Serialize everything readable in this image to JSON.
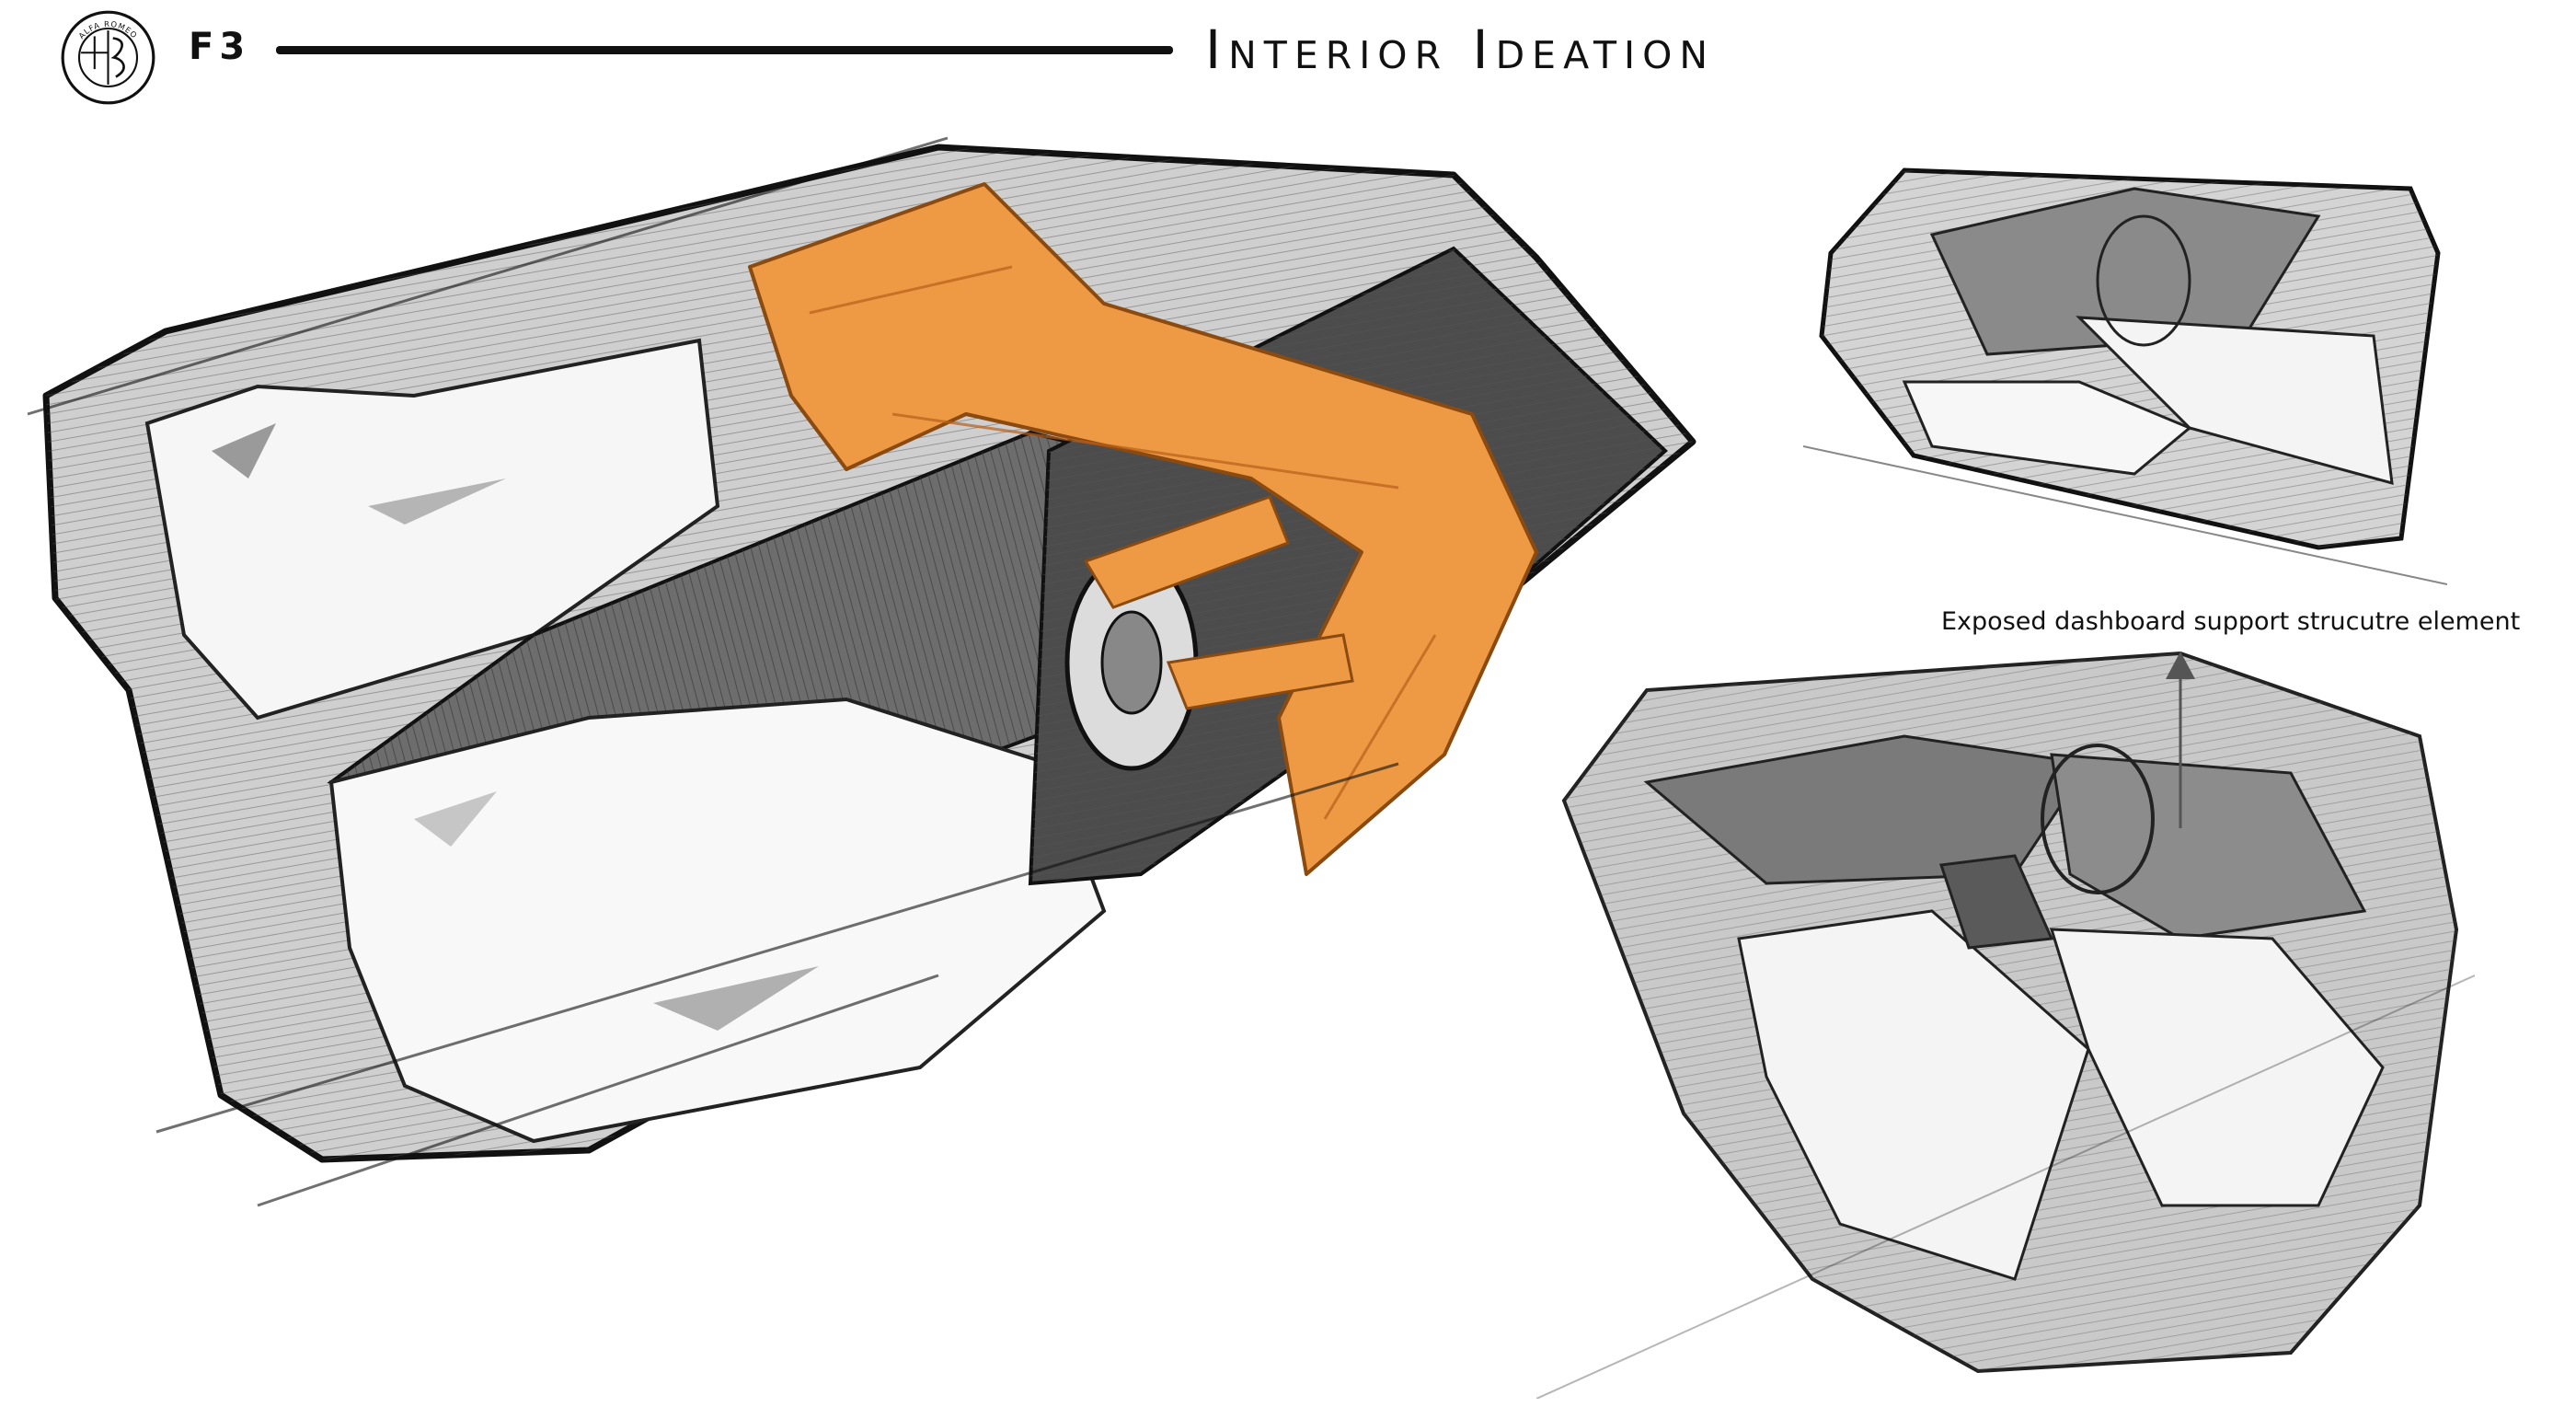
{
  "header": {
    "brand_logo_text": "ALFA ROMEO",
    "model_code": "F3",
    "title": "Interior Ideation"
  },
  "annotations": {
    "callout": "Exposed dashboard support strucutre element"
  },
  "colors": {
    "accent_orange": "#ee9a45",
    "ink": "#111111",
    "shade_dark": "#555555",
    "shade_mid": "#9a9a9a",
    "shade_light": "#d6d6d6"
  }
}
